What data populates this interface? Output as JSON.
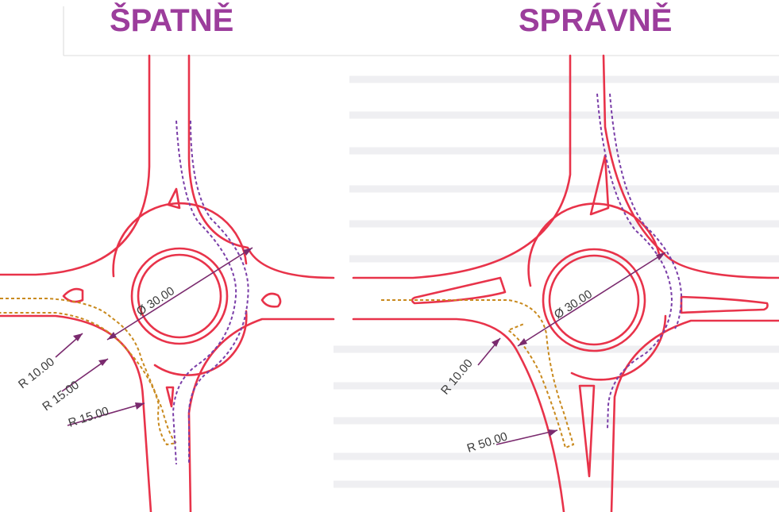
{
  "headings": {
    "wrong": "ŠPATNĚ",
    "right": "SPRÁVNĚ"
  },
  "dimensions": {
    "left_diameter": "Ø 30.00",
    "left_r1": "R 10.00",
    "left_r2": "R 15.00",
    "left_r3": "R 15.00",
    "right_diameter": "Ø 30.00",
    "right_r1": "R 10.00",
    "right_r2": "R 50.00"
  },
  "colors": {
    "heading": "#9c3d9c",
    "road_edge": "#e8334a",
    "vehicle_path": "#c98a1e",
    "lane_path": "#7b3fa8",
    "dimension_line": "#7a2a6e"
  }
}
